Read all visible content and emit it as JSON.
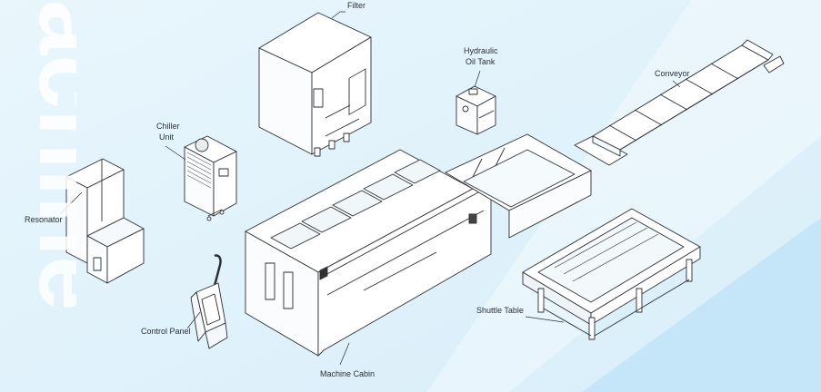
{
  "labels": {
    "filter": "Filter",
    "hydraulic_line1": "Hydraulic",
    "hydraulic_line2": "Oil Tank",
    "conveyor": "Conveyor",
    "chiller_line1": "Chiller",
    "chiller_line2": "Unit",
    "resonator": "Resonator",
    "control_panel": "Control Panel",
    "shuttle_table": "Shuttle Table",
    "machine_cabin": "Machine Cabin"
  },
  "watermark_text": "achine",
  "colors": {
    "background": "#dff1fb",
    "background_light": "#eef8fd",
    "stripe": "#b9e2f6",
    "watermark": "#ffffff",
    "line": "#2b2f35",
    "fill": "#ffffff"
  }
}
